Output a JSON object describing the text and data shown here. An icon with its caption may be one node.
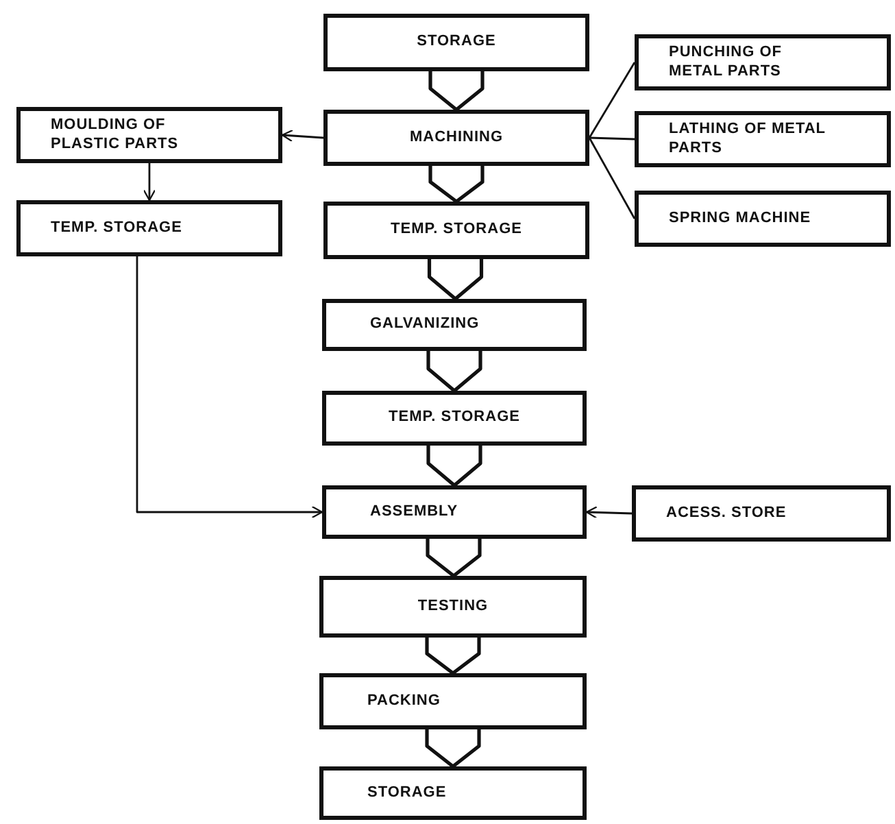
{
  "diagram": {
    "nodes": [
      {
        "text": [
          "STORAGE"
        ]
      },
      {
        "text": [
          "PUNCHING OF METAL PARTS"
        ]
      },
      {
        "text": [
          "MOULDING OF PLASTIC PARTS"
        ]
      },
      {
        "text": [
          "MACHINING"
        ]
      },
      {
        "text": [
          "LATHING OF METAL PARTS"
        ]
      },
      {
        "text": [
          "TEMP. STORAGE"
        ]
      },
      {
        "text": [
          "TEMP. STORAGE"
        ]
      },
      {
        "text": [
          "SPRING MACHINE"
        ]
      },
      {
        "text": [
          "GALVANIZING"
        ]
      },
      {
        "text": [
          "TEMP. STORAGE"
        ]
      },
      {
        "text": [
          "ASSEMBLY"
        ]
      },
      {
        "text": [
          "ACESS. STORE"
        ]
      },
      {
        "text": [
          "TESTING"
        ]
      },
      {
        "text": [
          "PACKING"
        ]
      },
      {
        "text": [
          "STORAGE"
        ]
      }
    ],
    "edges": [
      {
        "from": 0,
        "to": 3,
        "arrow": "to"
      },
      {
        "from": 3,
        "to": 2,
        "arrow": "to"
      },
      {
        "from": 3,
        "to": 1,
        "arrow": "none"
      },
      {
        "from": 3,
        "to": 4,
        "arrow": "none"
      },
      {
        "from": 3,
        "to": 7,
        "arrow": "none"
      },
      {
        "from": 2,
        "to": 5,
        "arrow": "to"
      },
      {
        "from": 3,
        "to": 6,
        "arrow": "to"
      },
      {
        "from": 6,
        "to": 8,
        "arrow": "to"
      },
      {
        "from": 8,
        "to": 9,
        "arrow": "to"
      },
      {
        "from": 5,
        "to": 10,
        "arrow": "to"
      },
      {
        "from": 9,
        "to": 10,
        "arrow": "to"
      },
      {
        "from": 11,
        "to": 10,
        "arrow": "to"
      },
      {
        "from": 10,
        "to": 12,
        "arrow": "to"
      },
      {
        "from": 12,
        "to": 13,
        "arrow": "to"
      },
      {
        "from": 13,
        "to": 14,
        "arrow": "to"
      }
    ]
  }
}
